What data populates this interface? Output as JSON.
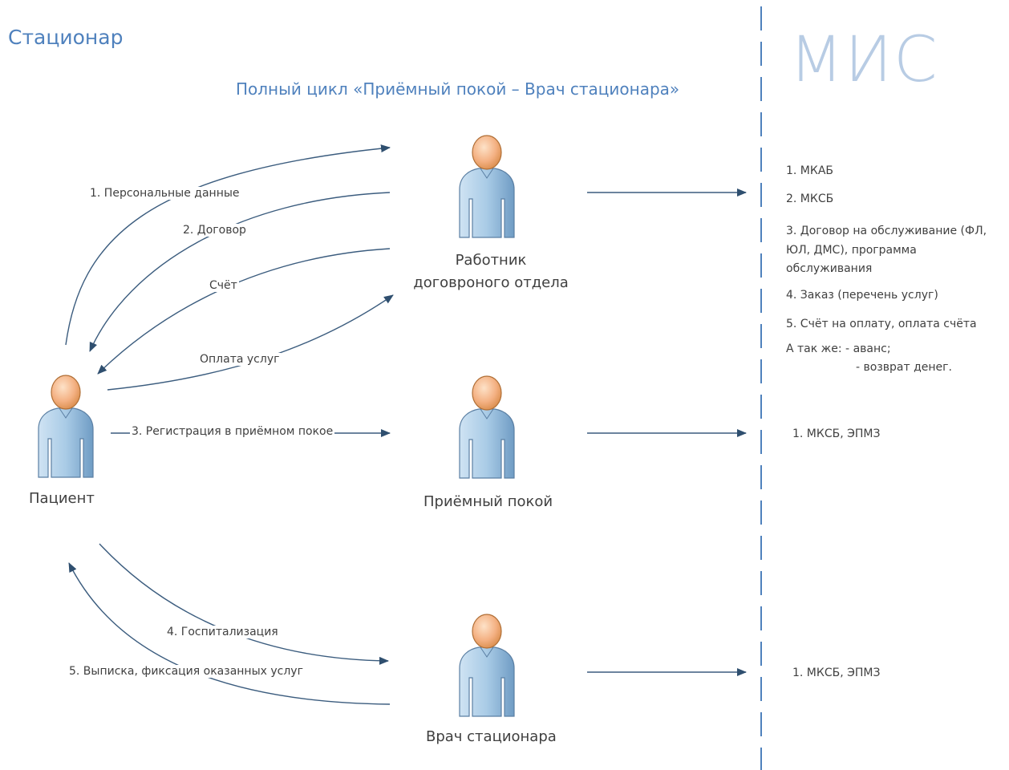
{
  "title": "Стационар",
  "subtitle": "Полный цикл «Приёмный покой – Врач стационара»",
  "system_label": "МИС",
  "actors": {
    "patient": "Пациент",
    "contract_worker": [
      "Работник",
      "договроного отдела"
    ],
    "reception": "Приёмный покой",
    "doctor": "Врач стационара"
  },
  "flows": {
    "personal_data": "1. Персональные данные",
    "contract": "2. Договор",
    "invoice": "Счёт",
    "payment": "Оплата услуг",
    "registration": "3. Регистрация в приёмном покое",
    "hospitalization": "4. Госпитализация",
    "discharge": "5. Выписка, фиксация оказанных услуг"
  },
  "mis_contract": [
    "1. МКАБ",
    "2. МКСБ",
    "3. Договор на обслуживание (ФЛ,",
    "ЮЛ, ДМС), программа",
    "обслуживания",
    "4. Заказ (перечень услуг)",
    "5. Счёт на оплату, оплата счёта",
    "А так же:  - аванс;",
    "- возврат денег."
  ],
  "mis_reception": "1. МКСБ, ЭПМЗ",
  "mis_doctor": "1. МКСБ, ЭПМЗ",
  "colors": {
    "accent": "#4f81bd",
    "arrow": "#2f4f6f",
    "mis_text": "#b8cce4",
    "skin": "#f4b183",
    "body": "#9dc3e6"
  }
}
